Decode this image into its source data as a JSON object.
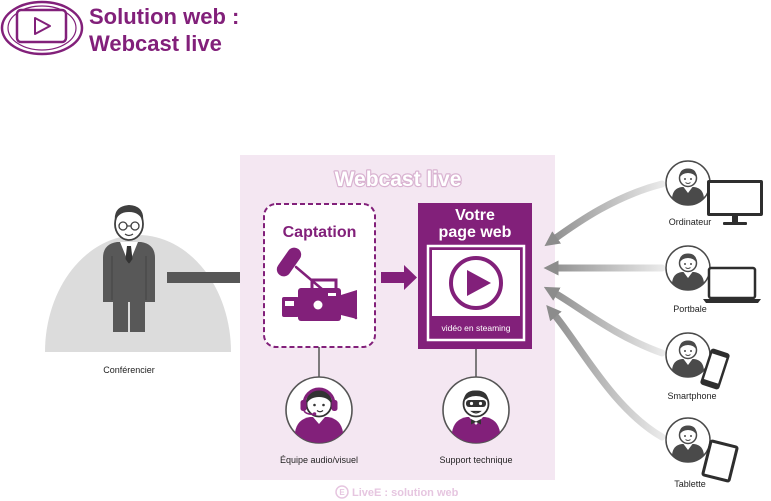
{
  "header": {
    "title_line1": "Solution web :",
    "title_line2": "Webcast live",
    "logo_icon": "video-play-icon"
  },
  "presenter": {
    "label": "Conférencier",
    "icon": "presenter-person-icon"
  },
  "panel": {
    "title": "Webcast live"
  },
  "captation": {
    "title": "Captation",
    "icon": "camera-boom-mic-icon"
  },
  "page_web": {
    "title_line1": "Votre",
    "title_line2": "page web",
    "caption": "vidéo en steaming",
    "icon": "play-button-icon"
  },
  "support": [
    {
      "label": "Équipe audio/visuel",
      "icon": "headphones-person-icon"
    },
    {
      "label": "Support technique",
      "icon": "technician-person-icon"
    }
  ],
  "viewers": [
    {
      "label": "Ordinateur",
      "device_icon": "desktop-monitor-icon"
    },
    {
      "label": "Portbale",
      "device_icon": "laptop-icon"
    },
    {
      "label": "Smartphone",
      "device_icon": "smartphone-icon"
    },
    {
      "label": "Tablette",
      "device_icon": "tablet-icon"
    }
  ],
  "footer": {
    "logo_letter": "E",
    "brand": "LiveE : solution web"
  },
  "colors": {
    "purple": "#82207a",
    "panel_bg": "#f4e7f2",
    "arrow_dark": "#575757",
    "arrow_light": "#ececec",
    "arrow_head": "#8c8c8c",
    "footer_text": "#e6c6e0"
  }
}
